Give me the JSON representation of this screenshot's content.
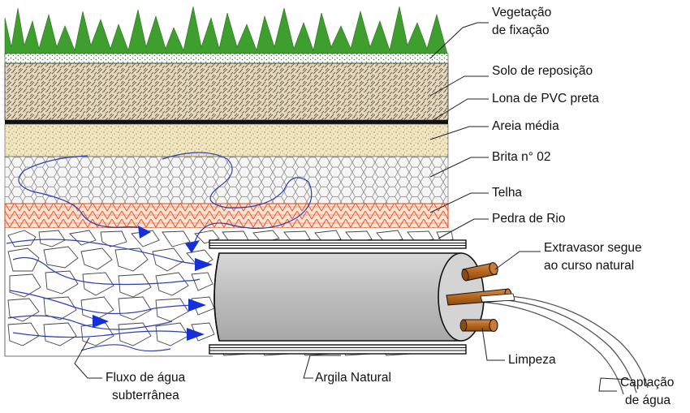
{
  "labels": {
    "vegetacao_1": "Vegetação",
    "vegetacao_2": "de fixação",
    "solo": "Solo de reposição",
    "lona": "Lona de PVC preta",
    "areia": "Areia média",
    "brita": "Brita n° 02",
    "telha": "Telha",
    "pedra": "Pedra de Rio",
    "extravasor_1": "Extravasor segue",
    "extravasor_2": "ao curso natural",
    "limpeza": "Limpeza",
    "captacao_1": "Captação",
    "captacao_2": "de água",
    "argila": "Argila Natural",
    "fluxo_1": "Fluxo de água",
    "fluxo_2": "subterrânea"
  },
  "colors": {
    "grass": "#3a9b2a",
    "soil": "#c8b99a",
    "sand": "#efe3b8",
    "gravel": "#f3f3f3",
    "tile": "#f0753d",
    "pipe": "#bdbdbd",
    "outlet": "#b5651d",
    "flow": "#2b3fb0",
    "arrow": "#1530d8"
  }
}
